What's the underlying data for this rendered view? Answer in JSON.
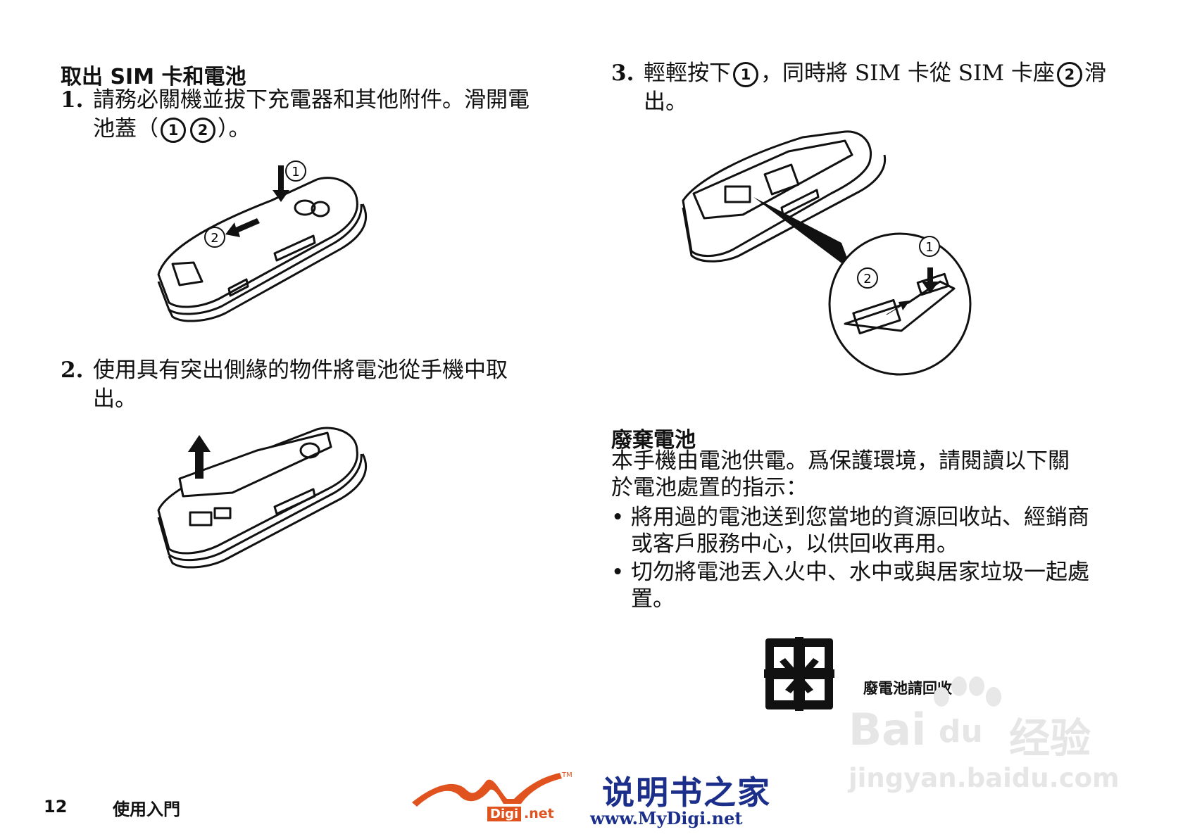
{
  "left": {
    "section_title": "取出 SIM 卡和電池",
    "step1": {
      "num": "1.",
      "line1": "請務必關機並拔下充電器和其他附件。滑開電",
      "line2_pre": "池蓋（",
      "c1": "1",
      "c2": "2",
      "line2_post": "）。"
    },
    "fig1": {
      "label1": "1",
      "label2": "2"
    },
    "step2": {
      "num": "2.",
      "line1": "使用具有突出側緣的物件將電池從手機中取",
      "line2": "出。"
    }
  },
  "right": {
    "step3": {
      "num": "3.",
      "pre": "輕輕按下",
      "c1": "1",
      "mid": "，同時將 SIM 卡從 SIM 卡座",
      "c2": "2",
      "post": "滑",
      "line2": "出。"
    },
    "fig3": {
      "label1": "1",
      "label2": "2"
    },
    "disposal_title": "廢棄電池",
    "disposal_line1": "本手機由電池供電。爲保護環境，請閱讀以下關",
    "disposal_line2": "於電池處置的指示：",
    "bullets": [
      {
        "dot": "•",
        "line1": "將用過的電池送到您當地的資源回收站、經銷商",
        "line2": "或客戶服務中心，以供回收再用。"
      },
      {
        "dot": "•",
        "line1": "切勿將電池丟入火中、水中或與居家垃圾一起處",
        "line2": "置。"
      }
    ],
    "recycle_caption": "廢電池請回收"
  },
  "footer": {
    "page_number": "12",
    "section": "使用入門"
  },
  "watermark_mydigi": {
    "digi": "Digi",
    "net": ".net",
    "tm": "TM",
    "cn": "说明书之家",
    "url": "www.MyDigi.net"
  },
  "watermark_baidu": {
    "brand": "Bai",
    "du": "du",
    "jingyan": "经验",
    "url": "jingyan.baidu.com"
  },
  "colors": {
    "text": "#111111",
    "mydigi_orange": "#e0531f",
    "mydigi_blue": "#1b2f8a",
    "watermark_grey": "#e6e6e6"
  }
}
